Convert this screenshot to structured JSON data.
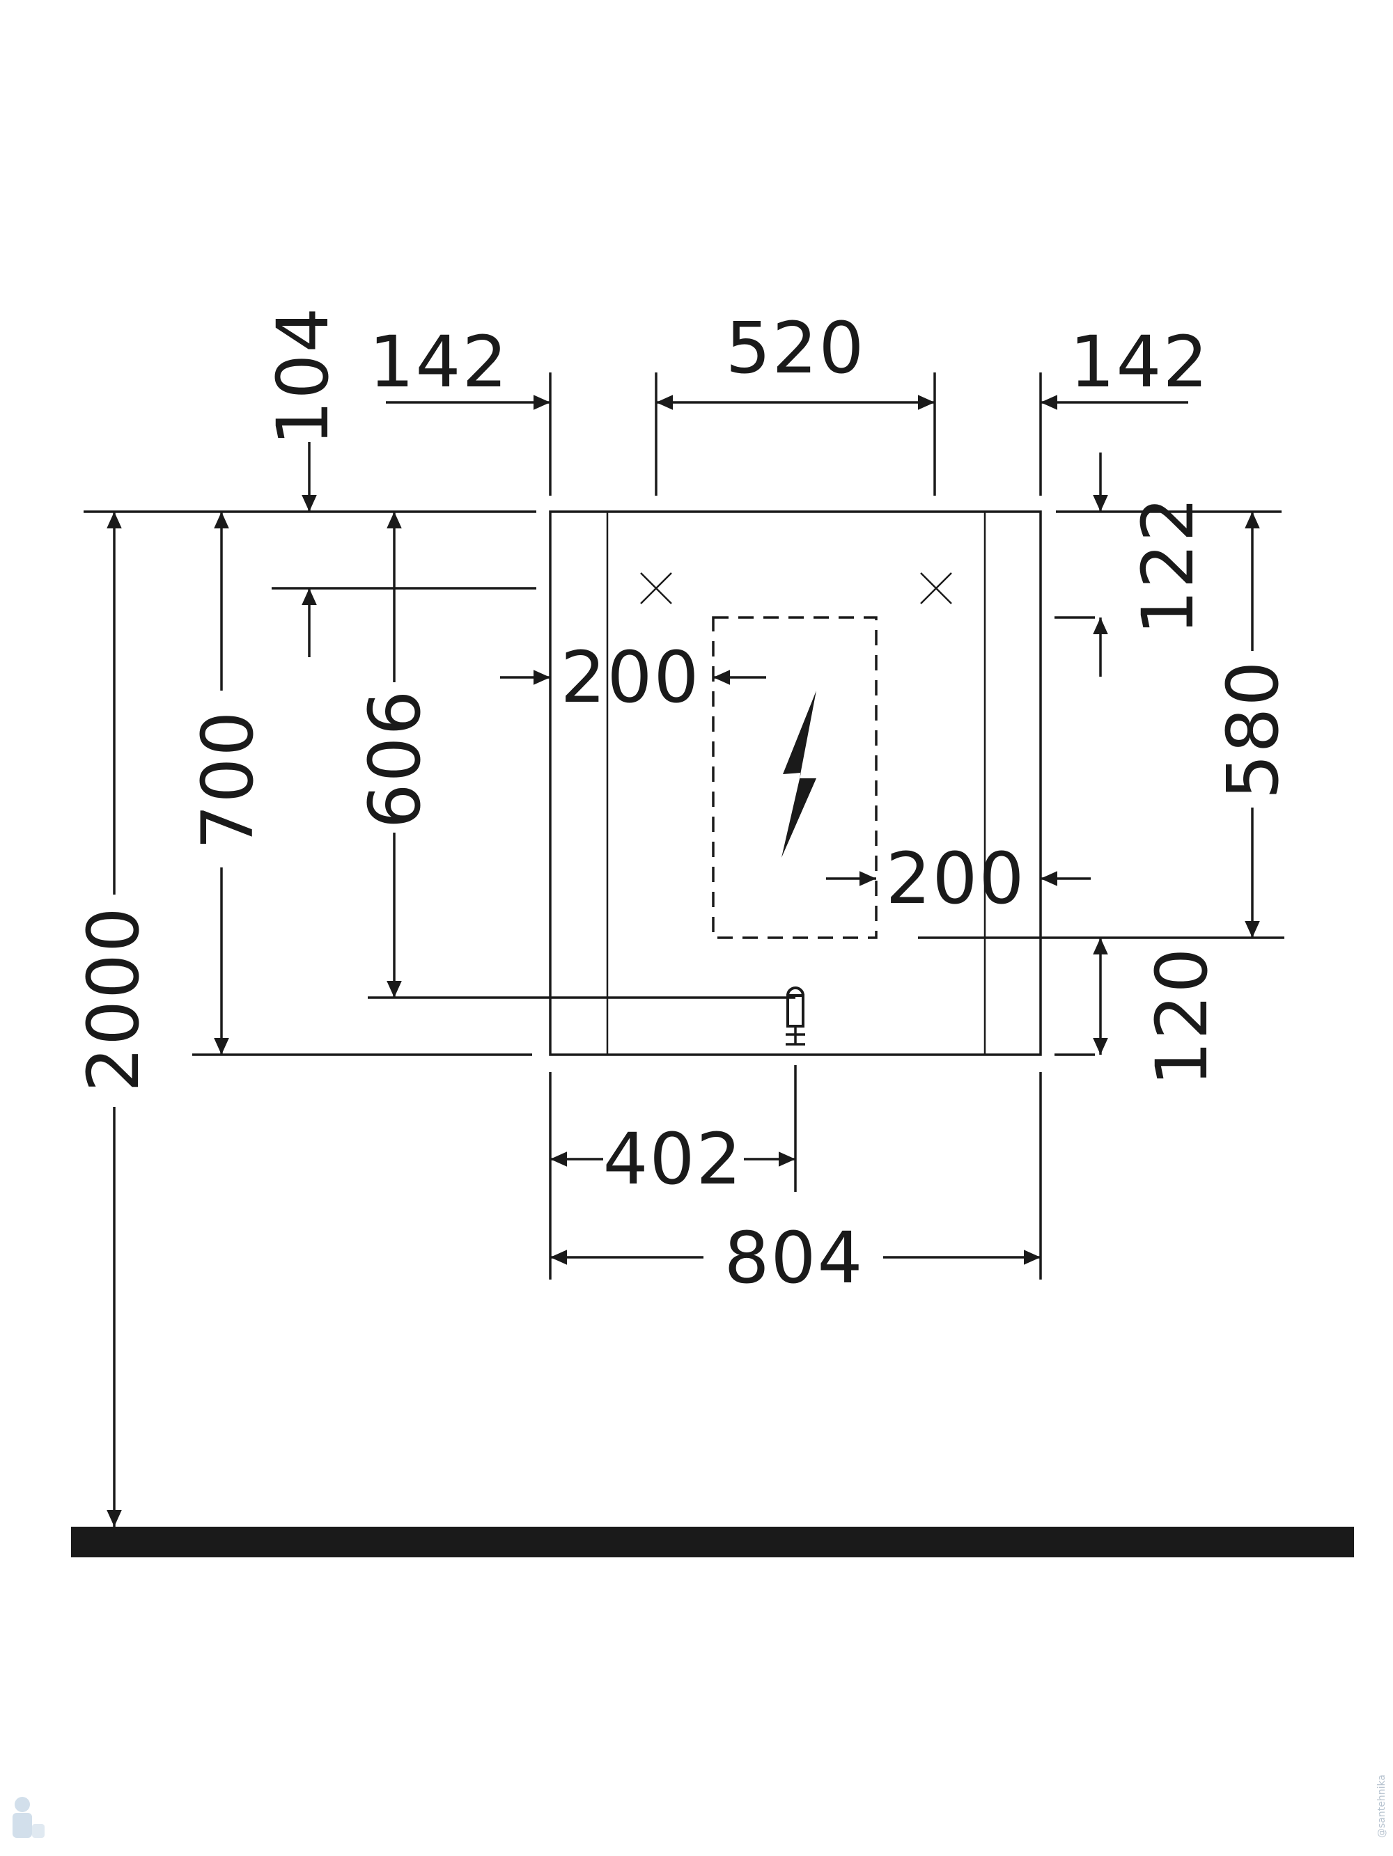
{
  "dimensions": {
    "top_offset": "104",
    "left_margin": "142",
    "bracket_spacing": "520",
    "right_margin": "142",
    "top_to_bracket": "122",
    "socket_zone_height": "580",
    "cabinet_height": "700",
    "drain_height": "606",
    "left_clearance": "200",
    "right_clearance": "200",
    "socket_zone_bottom": "120",
    "drain_center": "402",
    "cabinet_width": "804",
    "mounting_height": "2000"
  },
  "watermark": "@santehnika"
}
